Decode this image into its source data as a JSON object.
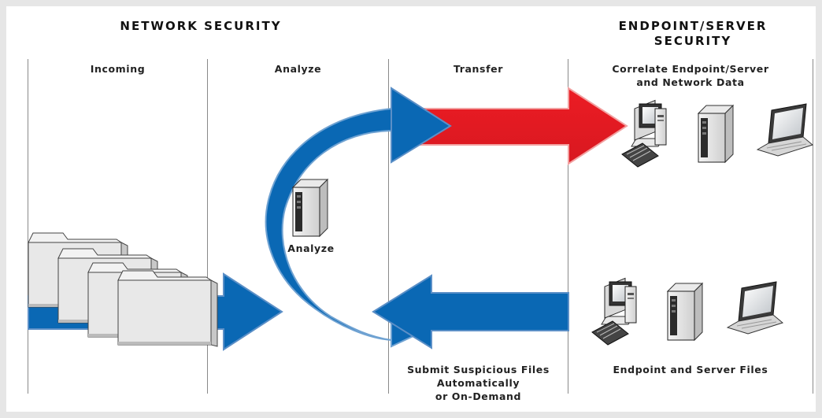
{
  "headers": {
    "network": "NETWORK SECURITY",
    "endpoint_line1": "ENDPOINT/SERVER",
    "endpoint_line2": "SECURITY"
  },
  "columns": {
    "incoming": "Incoming",
    "analyze": "Analyze",
    "transfer": "Transfer",
    "correlate_line1": "Correlate Endpoint/Server",
    "correlate_line2": "and Network Data"
  },
  "labels": {
    "analyze_server": "Analyze",
    "submit_line1": "Submit Suspicious Files",
    "submit_line2": "Automatically",
    "submit_line3": "or On-Demand",
    "endpoint_files": "Endpoint and Server Files"
  },
  "colors": {
    "flow_blue": "#0a68b4",
    "transfer_red": "#ec1c24",
    "background": "#e6e6e6",
    "panel": "#ffffff"
  }
}
